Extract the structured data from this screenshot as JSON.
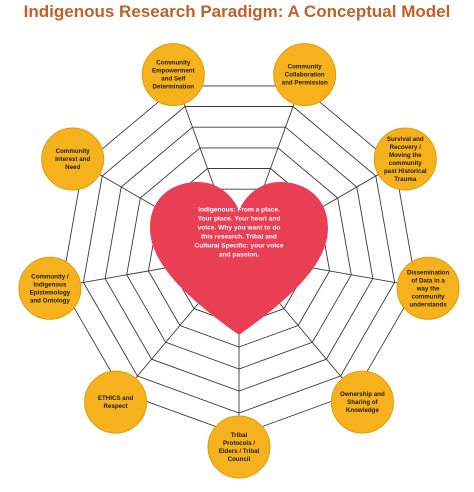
{
  "title": "Indigenous Research Paradigm: A Conceptual Model",
  "center": {
    "lines": [
      "Indigenous: From a place.",
      "Your place. Your heart and",
      "voice. Why you want to do",
      "this research. Tribal and",
      "Cultural Specific: your voice",
      "and passion."
    ]
  },
  "nodes": [
    {
      "id": "empowerment",
      "lines": [
        "Community",
        "Empowerment",
        "and Self",
        "Determination"
      ]
    },
    {
      "id": "collaboration",
      "lines": [
        "Community",
        "Collaboration",
        "and Permission"
      ]
    },
    {
      "id": "survival",
      "lines": [
        "Survival and",
        "Recovery /",
        "Moving the",
        "community",
        "past Historical",
        "Trauma"
      ]
    },
    {
      "id": "dissemination",
      "lines": [
        "Dissemination",
        "of Data in a",
        "way the",
        "community",
        "understands"
      ]
    },
    {
      "id": "ownership",
      "lines": [
        "Ownership and",
        "Sharing of",
        "Knowledge"
      ]
    },
    {
      "id": "tribal",
      "lines": [
        "Tribal",
        "Protocols /",
        "Elders / Tribal",
        "Council"
      ]
    },
    {
      "id": "ethics",
      "lines": [
        "ETHICS and",
        "Respect"
      ]
    },
    {
      "id": "epistemology",
      "lines": [
        "Community /",
        "Indigenous",
        "Epistemology",
        "and Ontology"
      ]
    },
    {
      "id": "interest",
      "lines": [
        "Community",
        "Interest and",
        "Need"
      ]
    }
  ],
  "colors": {
    "title": "#c0612b",
    "node_fill": "#f5b21c",
    "heart_fill": "#ea3e55",
    "web": "#3a3a3a"
  }
}
